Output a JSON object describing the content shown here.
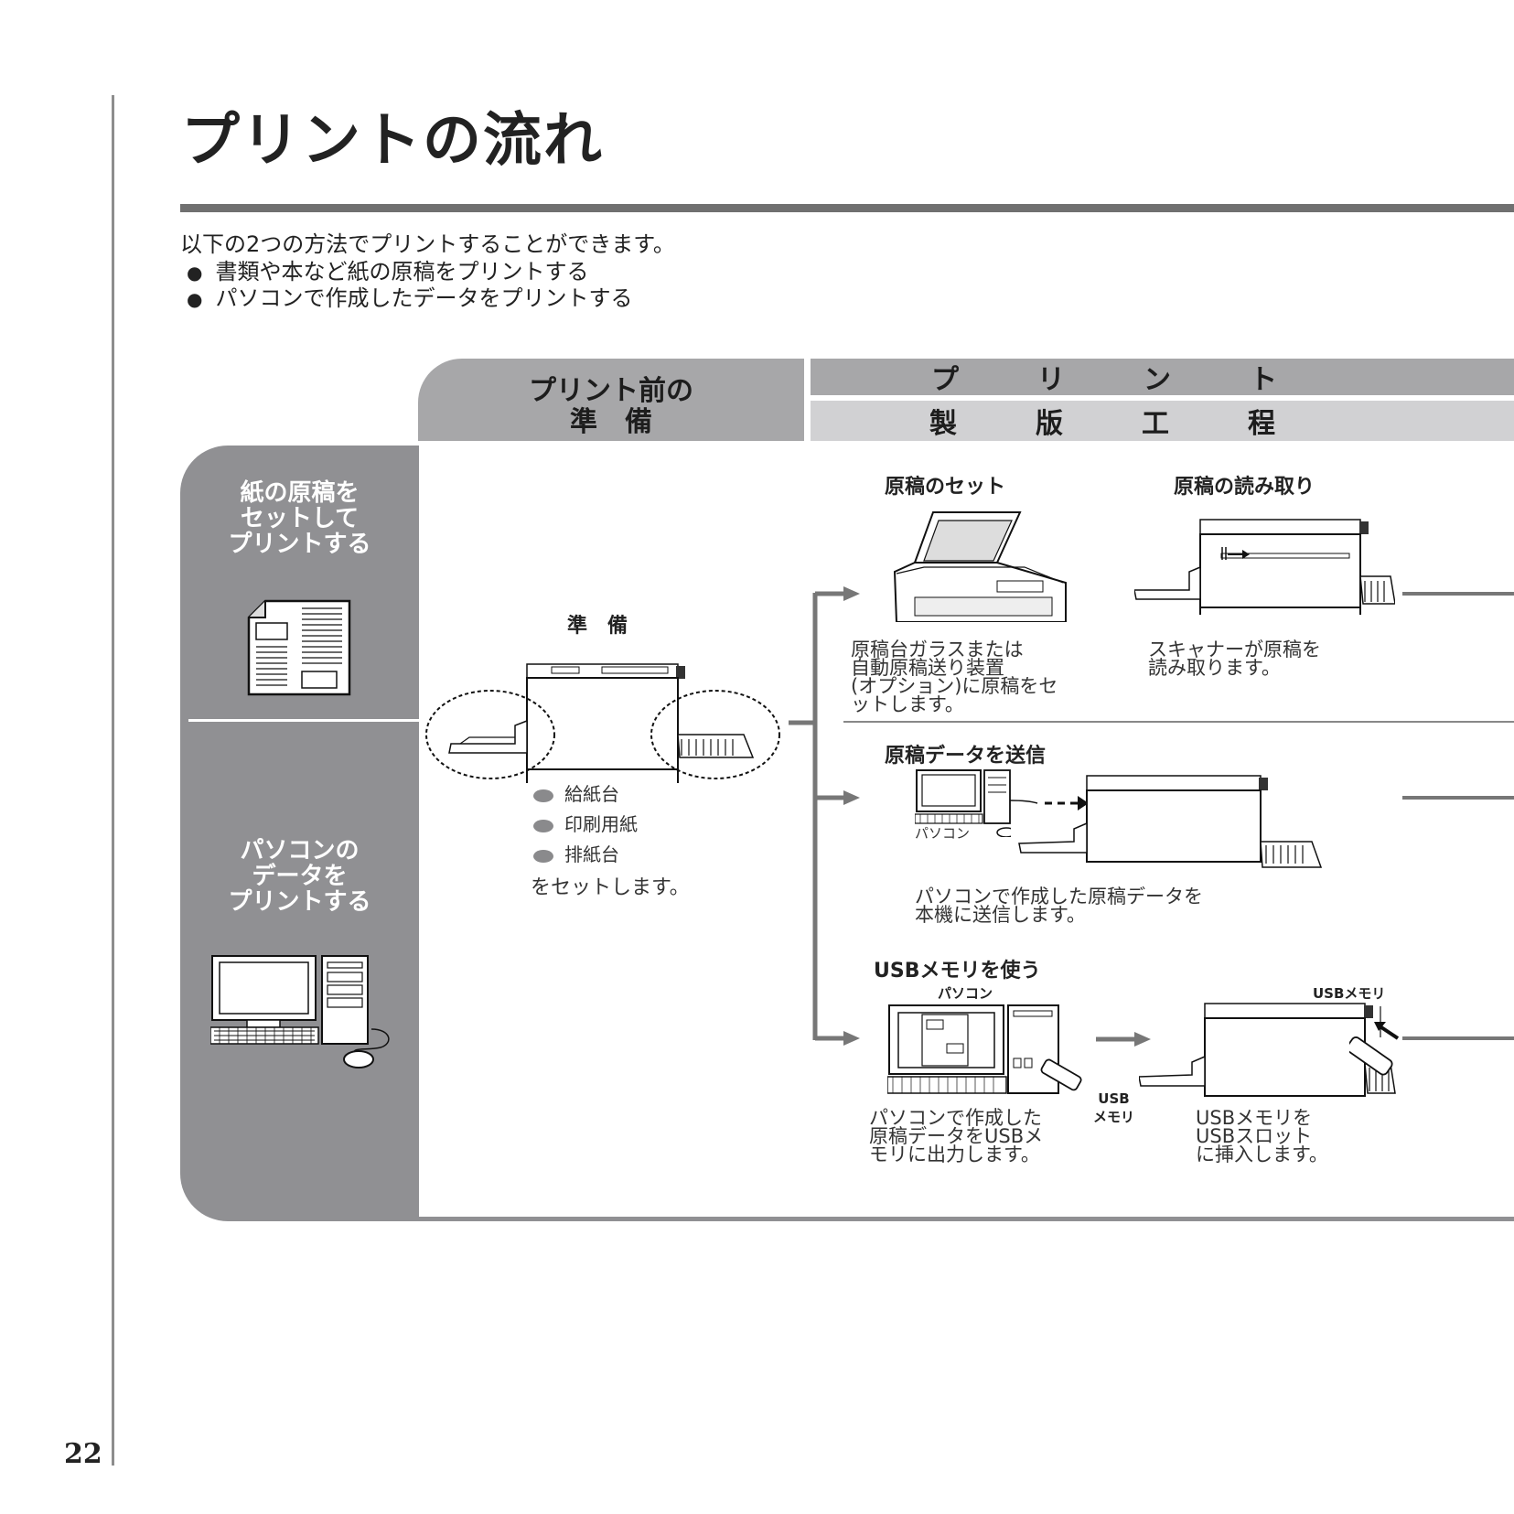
{
  "page": {
    "number": "22",
    "title": "プリントの流れ"
  },
  "intro": {
    "lead": "以下の2つの方法でプリントすることができます。",
    "bullets": [
      "書類や本など紙の原稿をプリントする",
      "パソコンで作成したデータをプリントする"
    ]
  },
  "header": {
    "prep_line1": "プリント前の",
    "prep_line2": "準　備",
    "print_chars": [
      "プ",
      "リ",
      "ン",
      "ト"
    ],
    "plate_chars": [
      "製",
      "版",
      "工",
      "程"
    ]
  },
  "left_panel": {
    "paper_lines": [
      "紙の原稿を",
      "セットして",
      "プリントする"
    ],
    "pc_lines": [
      "パソコンの",
      "データを",
      "プリントする"
    ]
  },
  "prep": {
    "title": "準　備",
    "items": [
      "給紙台",
      "印刷用紙",
      "排紙台"
    ],
    "trailer": "をセットします。"
  },
  "paper_steps": {
    "set_title": "原稿のセット",
    "set_caption": [
      "原稿台ガラスまたは",
      "自動原稿送り装置",
      "(オプション)に原稿をセ",
      "ットします。"
    ],
    "read_title": "原稿の読み取り",
    "read_caption": [
      "スキャナーが原稿を",
      "読み取ります。"
    ]
  },
  "send_step": {
    "title": "原稿データを送信",
    "pc_label": "パソコン",
    "caption": [
      "パソコンで作成した原稿データを",
      "本機に送信します。"
    ]
  },
  "usb_step": {
    "title": "USBメモリを使う",
    "pc_label": "パソコン",
    "usb_label1": "USB",
    "usb_label2": "メモリ",
    "usb_label_top": "USBメモリ",
    "caption_left": [
      "パソコンで作成した",
      "原稿データをUSBメ",
      "モリに出力します。"
    ],
    "caption_right": [
      "USBメモリを",
      "USBスロット",
      "に挿入します。"
    ]
  }
}
